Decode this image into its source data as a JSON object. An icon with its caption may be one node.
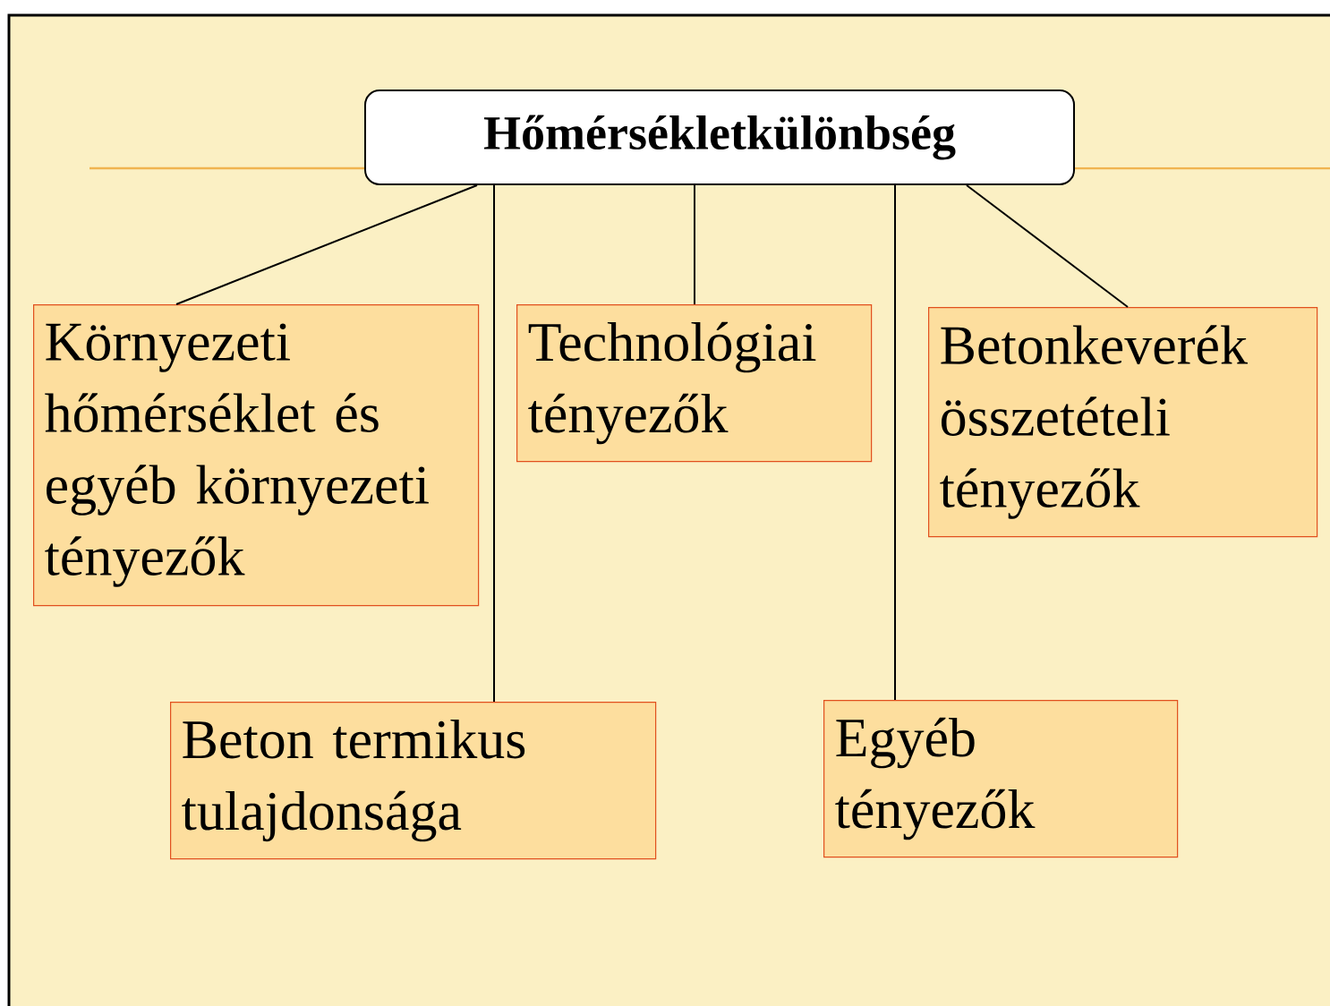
{
  "diagram": {
    "nodes": [
      {
        "text": [
          "Hőmérsékletkülönbség"
        ]
      },
      {
        "text": [
          "Környezeti hőmérséklet és egyéb környezeti tényezők"
        ]
      },
      {
        "text": [
          "Technológiai tényezők"
        ]
      },
      {
        "text": [
          "Betonkeverék összetételi tényezők"
        ]
      },
      {
        "text": [
          "Beton termikus tulajdonsága"
        ]
      },
      {
        "text": [
          "Egyéb tényezők"
        ]
      }
    ],
    "edges": [
      {
        "from": 0,
        "to": 1,
        "arrow": "none"
      },
      {
        "from": 0,
        "to": 4,
        "arrow": "none"
      },
      {
        "from": 0,
        "to": 2,
        "arrow": "none"
      },
      {
        "from": 0,
        "to": 5,
        "arrow": "none"
      },
      {
        "from": 0,
        "to": 3,
        "arrow": "none"
      }
    ]
  }
}
